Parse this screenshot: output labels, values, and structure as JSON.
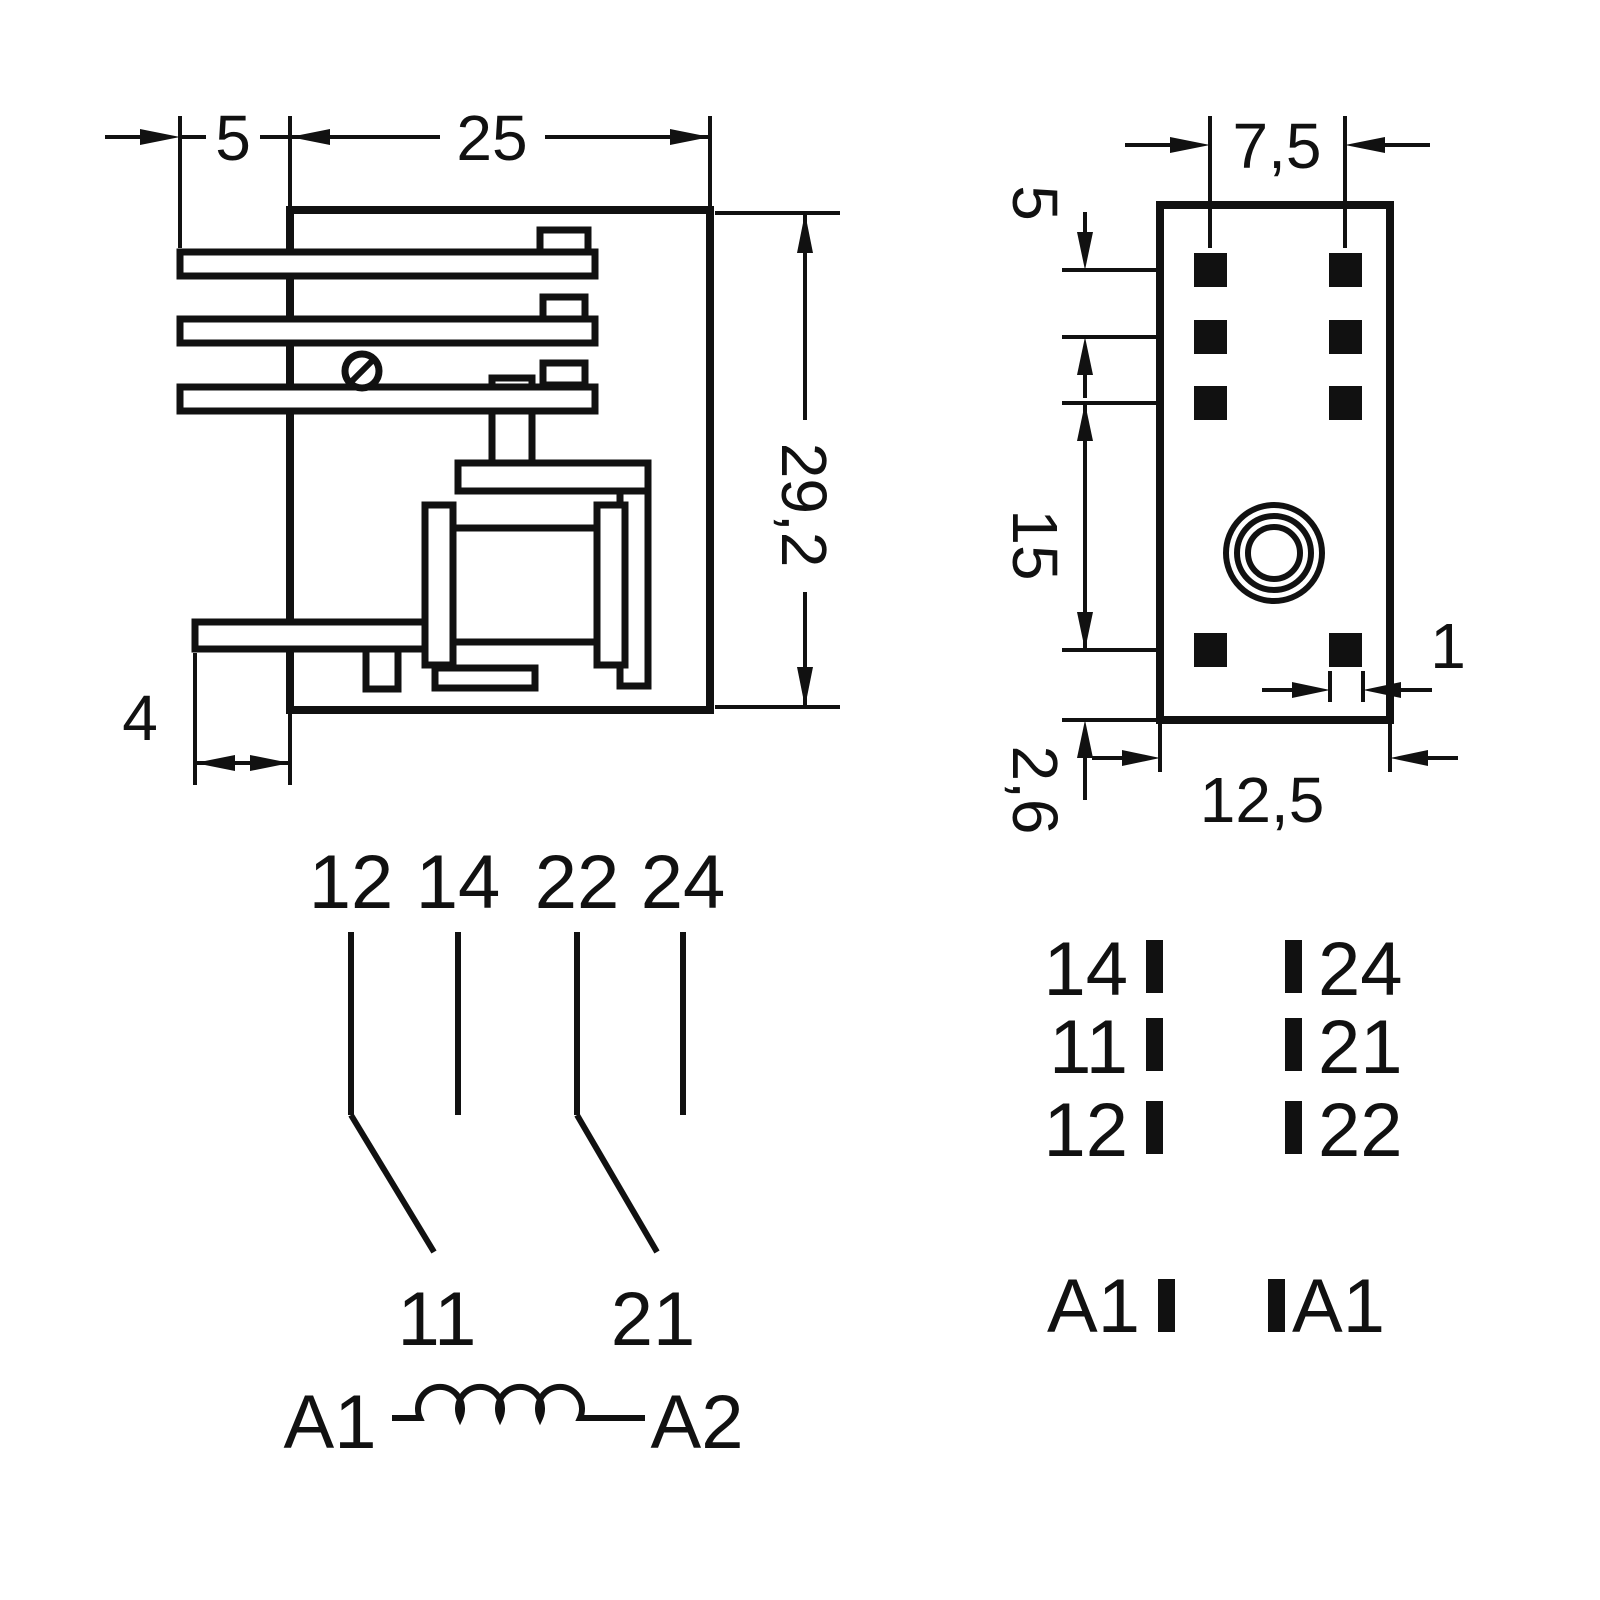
{
  "side_view": {
    "dims": {
      "pin_offset_top": "5",
      "body_width": "25",
      "body_height": "29,2",
      "pin_offset_bottom": "4"
    }
  },
  "face_view": {
    "dims": {
      "pad_pitch": "7,5",
      "row_pitch": "5",
      "mid_span": "15",
      "pad_width": "1",
      "bottom_offset": "2,6",
      "body_width": "12,5"
    }
  },
  "schematic": {
    "terminals_top": [
      "12",
      "14",
      "22",
      "24"
    ],
    "terminals_common": [
      "11",
      "21"
    ],
    "coil": {
      "a1": "A1",
      "a2": "A2"
    }
  },
  "pin_table": {
    "rows": [
      {
        "left": "14",
        "right": "24"
      },
      {
        "left": "11",
        "right": "21"
      },
      {
        "left": "12",
        "right": "22"
      }
    ],
    "coil_row": {
      "left": "A1",
      "right": "A1"
    }
  }
}
